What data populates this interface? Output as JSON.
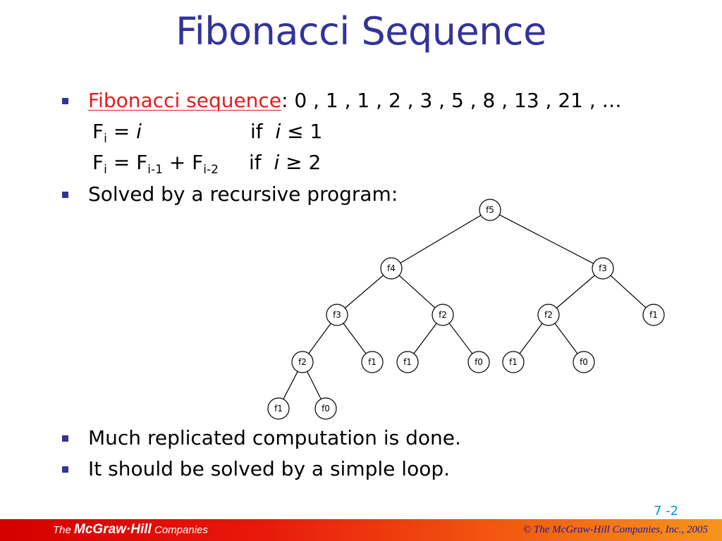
{
  "slide": {
    "title": "Fibonacci Sequence",
    "bullets": [
      {
        "link_text": "Fibonacci sequence",
        "text": ": 0 , 1 , 1 , 2 , 3 , 5 , 8 , 13 , 21 , …"
      },
      {
        "text": "Solved by a recursive program:"
      },
      {
        "text": "Much replicated computation is done."
      },
      {
        "text": "It should be solved by a simple loop."
      }
    ],
    "formula": {
      "line1": {
        "lhs_base": "F",
        "lhs_sub": "i",
        "equals": " = ",
        "rhs": "i",
        "cond_word": "if",
        "cond_var": "i",
        "cond_op": " ≤ 1"
      },
      "line2": {
        "lhs_base": "F",
        "lhs_sub": "i",
        "equals": " = ",
        "t1_base": "F",
        "t1_sub": "i-1",
        "plus": " + ",
        "t2_base": "F",
        "t2_sub": "i-2",
        "cond_word": "if",
        "cond_var": "i",
        "cond_op": " ≥ 2"
      }
    },
    "tree": {
      "nodes": [
        {
          "id": "n0",
          "label": "f5"
        },
        {
          "id": "n1",
          "label": "f4"
        },
        {
          "id": "n2",
          "label": "f3"
        },
        {
          "id": "n3",
          "label": "f3"
        },
        {
          "id": "n4",
          "label": "f2"
        },
        {
          "id": "n5",
          "label": "f2"
        },
        {
          "id": "n6",
          "label": "f1"
        },
        {
          "id": "n7",
          "label": "f2"
        },
        {
          "id": "n8",
          "label": "f1"
        },
        {
          "id": "n9",
          "label": "f1"
        },
        {
          "id": "n10",
          "label": "f0"
        },
        {
          "id": "n11",
          "label": "f1"
        },
        {
          "id": "n12",
          "label": "f0"
        },
        {
          "id": "n13",
          "label": "f1"
        },
        {
          "id": "n14",
          "label": "f0"
        }
      ],
      "edges": [
        [
          "n0",
          "n1"
        ],
        [
          "n0",
          "n2"
        ],
        [
          "n1",
          "n3"
        ],
        [
          "n1",
          "n4"
        ],
        [
          "n2",
          "n5"
        ],
        [
          "n2",
          "n6"
        ],
        [
          "n3",
          "n7"
        ],
        [
          "n3",
          "n8"
        ],
        [
          "n4",
          "n9"
        ],
        [
          "n4",
          "n10"
        ],
        [
          "n5",
          "n11"
        ],
        [
          "n5",
          "n12"
        ],
        [
          "n7",
          "n13"
        ],
        [
          "n7",
          "n14"
        ]
      ]
    },
    "page_number": "7 -2",
    "footer": {
      "logo_the": "The ",
      "logo_brand": "McGraw·Hill",
      "logo_companies": " Companies",
      "copyright": "© The McGraw-Hill Companies, Inc., 2005"
    },
    "colors": {
      "title": "#333399",
      "link": "#e31b1b",
      "bullet": "#333399",
      "page_number": "#0099cc",
      "footer_copyright": "#1a1a99"
    }
  }
}
